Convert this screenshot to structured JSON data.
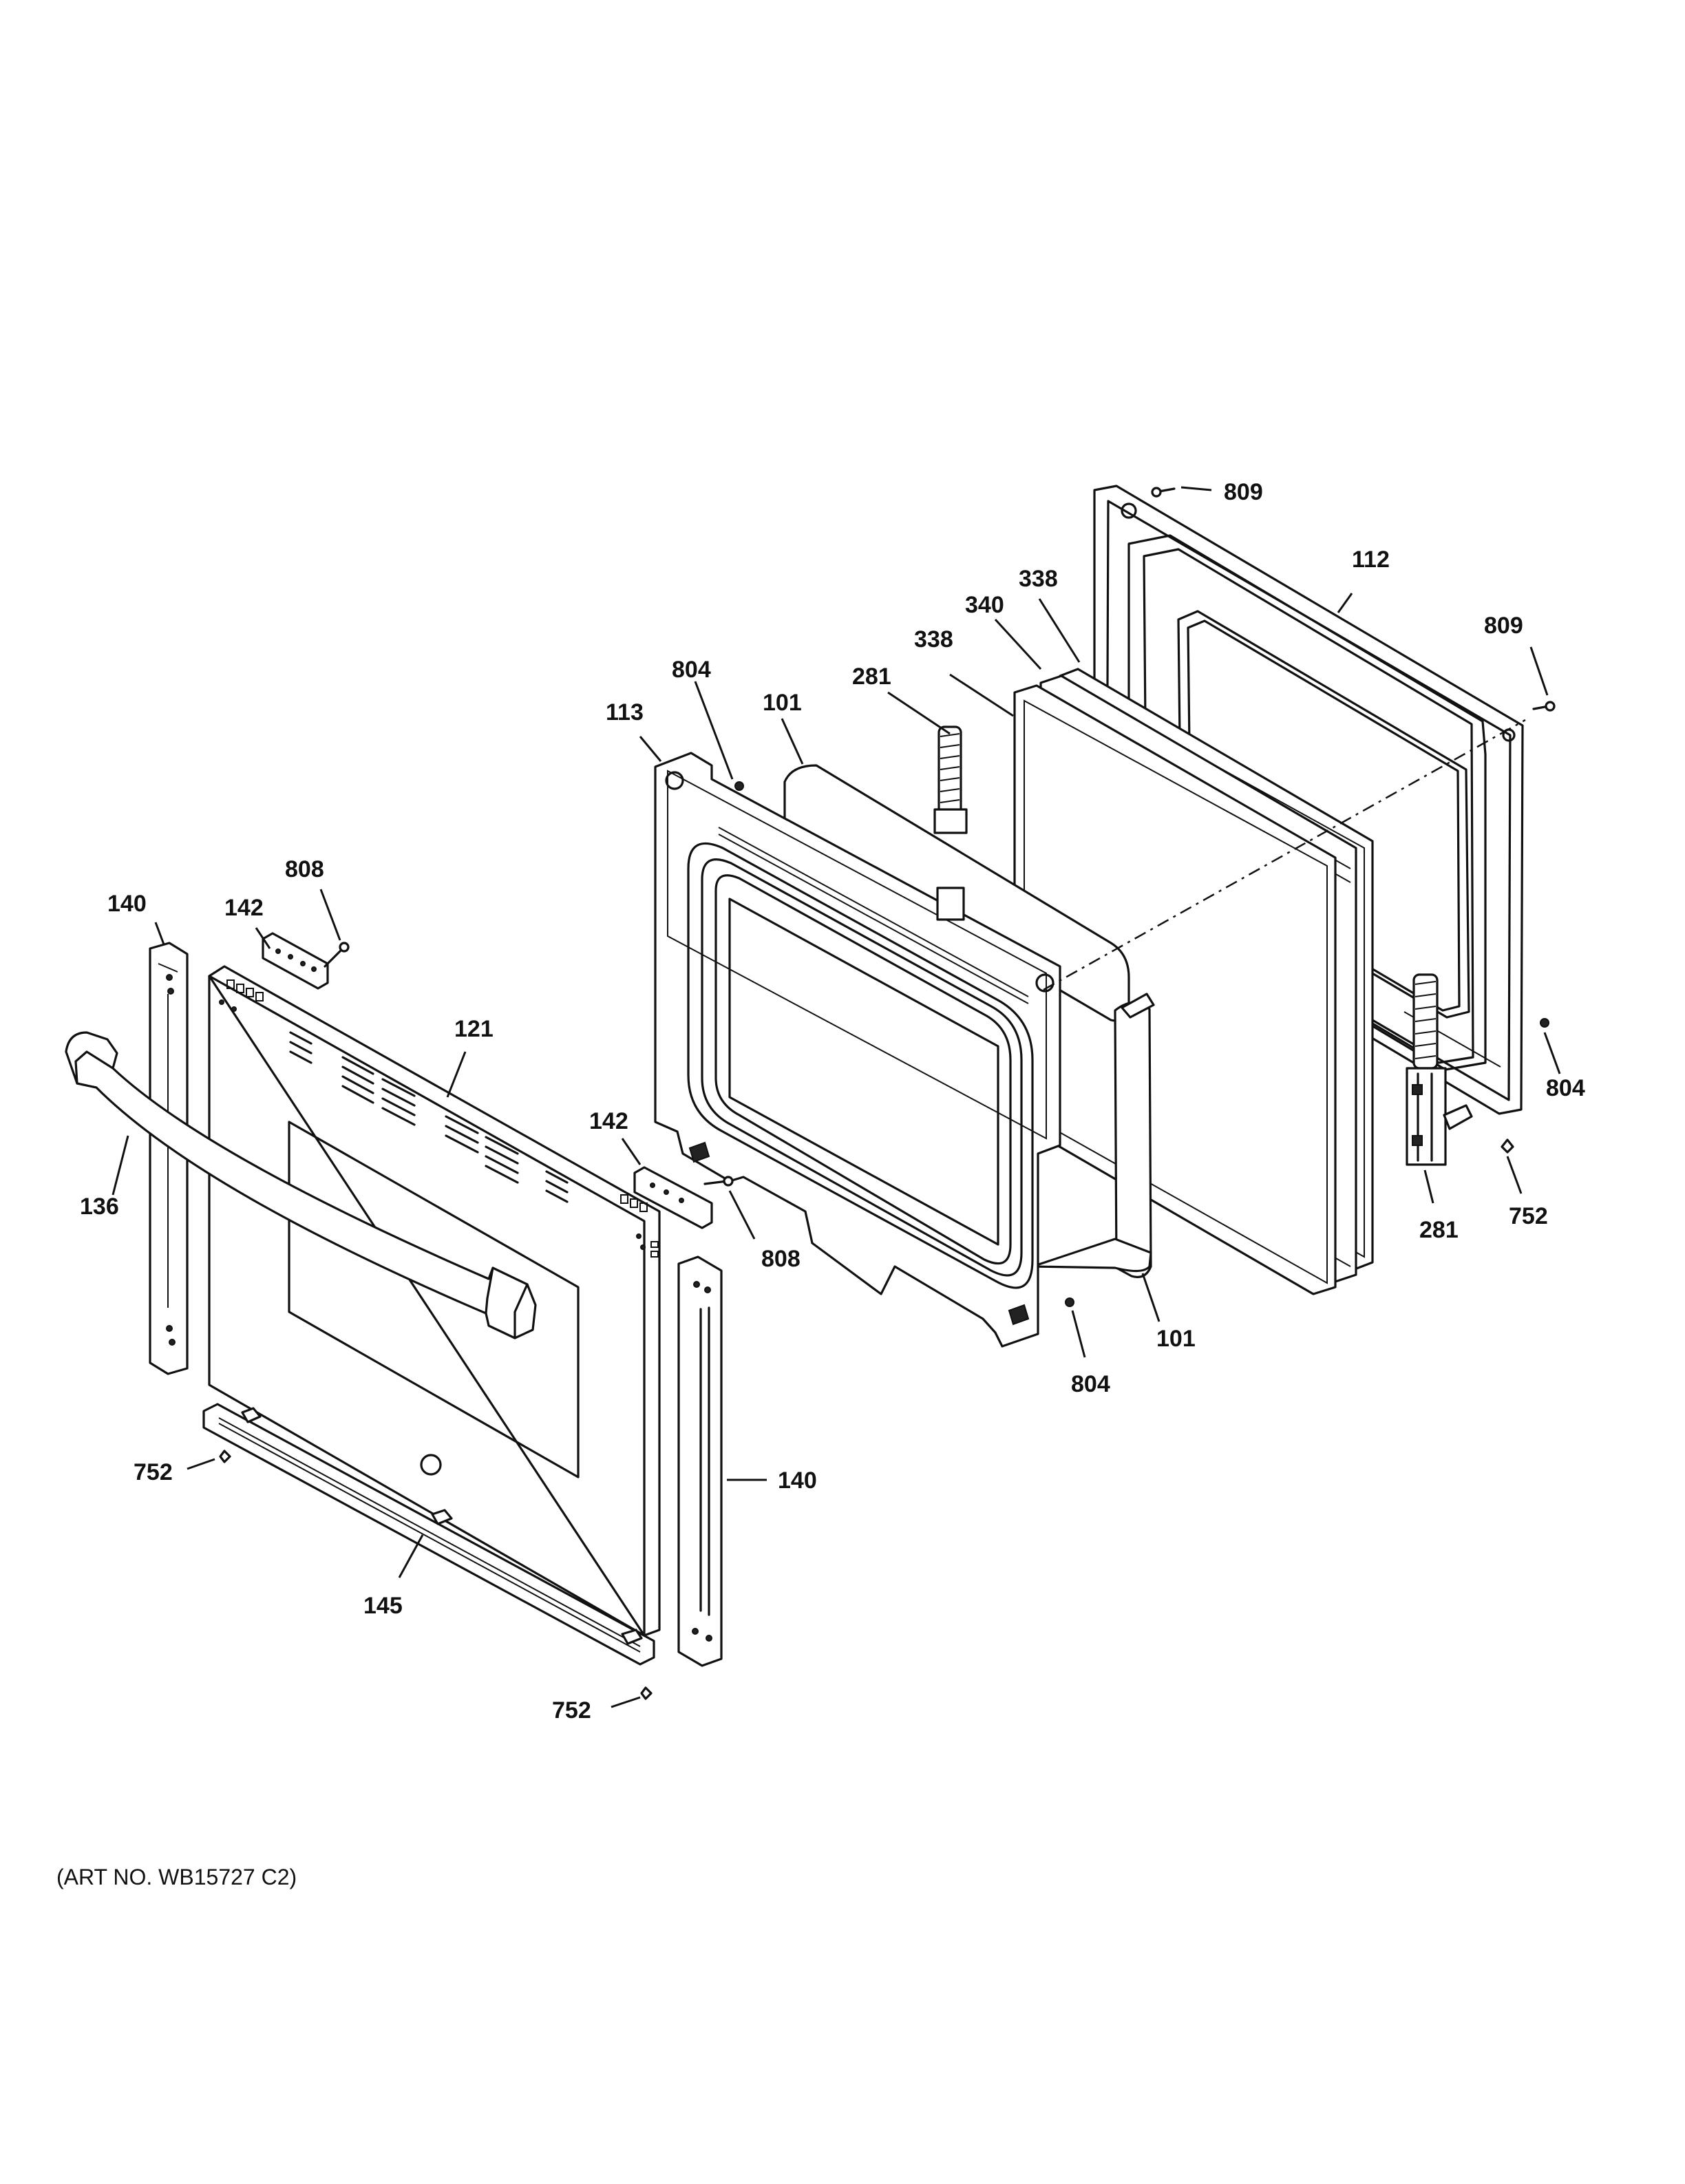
{
  "diagram": {
    "art_number": "(ART NO. WB15727 C2)",
    "callouts": {
      "c809a": "809",
      "c809b": "809",
      "c112": "112",
      "c338a": "338",
      "c338b": "338",
      "c340": "340",
      "c281a": "281",
      "c281b": "281",
      "c804a": "804",
      "c804b": "804",
      "c804c": "804",
      "c113": "113",
      "c101a": "101",
      "c101b": "101",
      "c808a": "808",
      "c808b": "808",
      "c140a": "140",
      "c140b": "140",
      "c142a": "142",
      "c142b": "142",
      "c121": "121",
      "c136": "136",
      "c145": "145",
      "c752a": "752",
      "c752b": "752",
      "c752c": "752"
    }
  }
}
